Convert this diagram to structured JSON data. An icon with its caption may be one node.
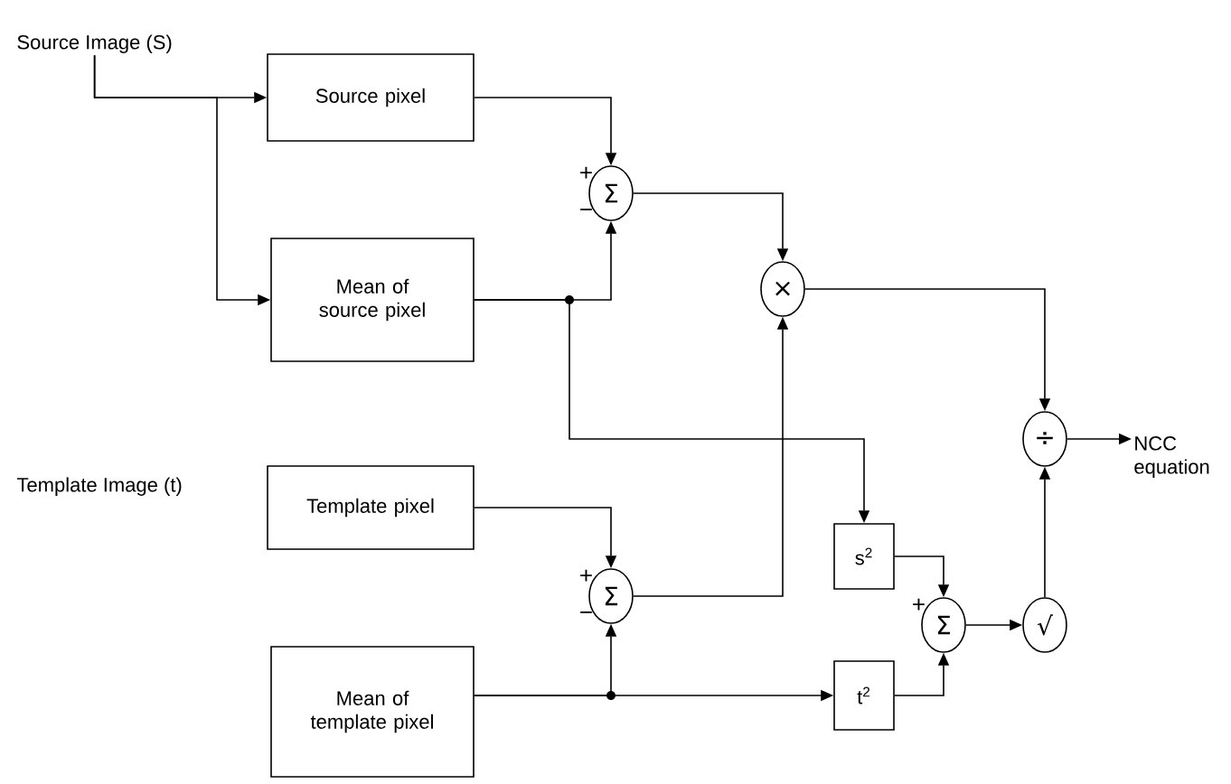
{
  "diagram": {
    "nodes": [
      {
        "text": [
          "Source Image (S)"
        ]
      },
      {
        "text": [
          "Source pixel"
        ]
      },
      {
        "text": [
          "Mean of source pixel"
        ]
      },
      {
        "text": [
          "Σ"
        ],
        "beside": [
          "+",
          "−"
        ]
      },
      {
        "text": [
          "×"
        ]
      },
      {
        "text": [
          "÷"
        ]
      },
      {
        "text": [
          "Template Image (t)"
        ]
      },
      {
        "text": [
          "Template pixel"
        ]
      },
      {
        "text": [
          "Mean of template pixel"
        ]
      },
      {
        "text": [
          "Σ"
        ],
        "beside": [
          "+",
          "−"
        ]
      },
      {
        "text": [
          "s$^{2}$"
        ]
      },
      {
        "text": [
          "t$^{2}$"
        ]
      },
      {
        "text": [
          "Σ"
        ],
        "beside": [
          "+"
        ]
      },
      {
        "text": [
          "√"
        ]
      },
      {
        "text": [
          "NCC equation"
        ]
      }
    ],
    "edges": [
      {
        "from": 0,
        "to": 1,
        "arrow": "to"
      },
      {
        "from": 0,
        "to": 2,
        "arrow": "to"
      },
      {
        "from": 1,
        "to": 3,
        "arrow": "to"
      },
      {
        "from": 2,
        "to": 3,
        "arrow": "to"
      },
      {
        "from": 3,
        "to": 4,
        "arrow": "to"
      },
      {
        "from": 9,
        "to": 4,
        "arrow": "to"
      },
      {
        "from": 2,
        "to": 10,
        "arrow": "to"
      },
      {
        "from": 4,
        "to": 5,
        "arrow": "to"
      },
      {
        "from": 7,
        "to": 9,
        "arrow": "to"
      },
      {
        "from": 8,
        "to": 9,
        "arrow": "to"
      },
      {
        "from": 8,
        "to": 11,
        "arrow": "to"
      },
      {
        "from": 10,
        "to": 12,
        "arrow": "to"
      },
      {
        "from": 11,
        "to": 12,
        "arrow": "to"
      },
      {
        "from": 12,
        "to": 13,
        "arrow": "to"
      },
      {
        "from": 13,
        "to": 5,
        "arrow": "to"
      },
      {
        "from": 5,
        "to": 14,
        "arrow": "to"
      }
    ]
  }
}
